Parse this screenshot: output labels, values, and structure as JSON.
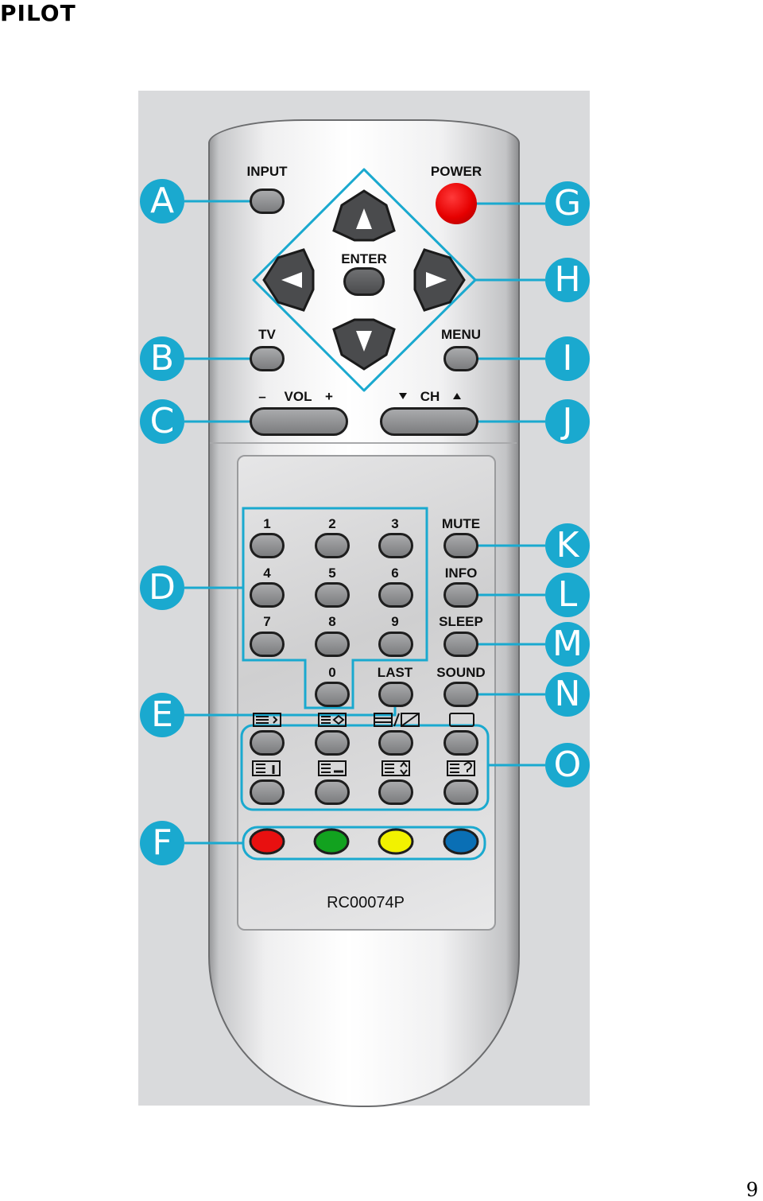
{
  "page": {
    "heading": "PILOT",
    "page_number": "9"
  },
  "remote": {
    "model": "RC00074P",
    "labels": {
      "input": "INPUT",
      "power": "POWER",
      "enter": "ENTER",
      "tv": "TV",
      "menu": "MENU",
      "vol_minus": "–",
      "vol": "VOL",
      "vol_plus": "+",
      "ch": "CH",
      "n1": "1",
      "n2": "2",
      "n3": "3",
      "n4": "4",
      "n5": "5",
      "n6": "6",
      "n7": "7",
      "n8": "8",
      "n9": "9",
      "n0": "0",
      "last": "LAST",
      "mute": "MUTE",
      "info": "INFO",
      "sleep": "SLEEP",
      "sound": "SOUND"
    },
    "color_buttons": {
      "red": "#e81010",
      "green": "#12a21f",
      "yellow": "#f2f200",
      "blue": "#0a6fb5"
    }
  },
  "callouts": {
    "a": "A",
    "b": "B",
    "c": "C",
    "d": "D",
    "e": "E",
    "f": "F",
    "g": "G",
    "h": "H",
    "i": "I",
    "j": "J",
    "k": "K",
    "l": "L",
    "m": "M",
    "n": "N",
    "o": "O"
  },
  "colors": {
    "callout": "#1aa9cf"
  }
}
